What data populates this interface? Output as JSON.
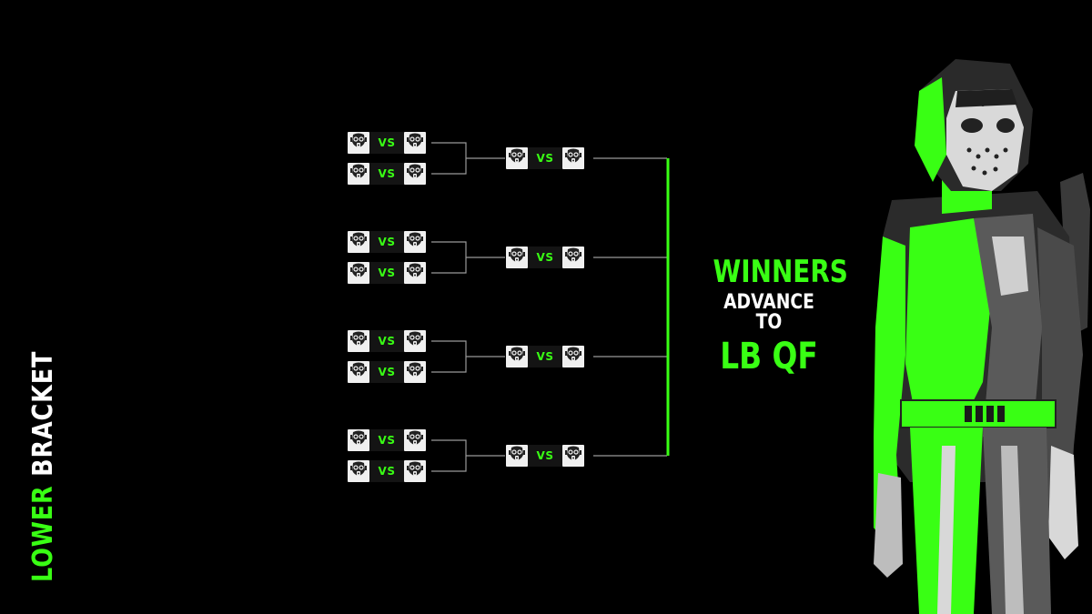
{
  "title": {
    "word1": "LOWER",
    "word2": "BRACKET"
  },
  "vs_label": "VS",
  "advance": {
    "line1": "WINNERS",
    "line2": "ADVANCE TO",
    "line3": "LB QF"
  },
  "colors": {
    "accent": "#39ff14",
    "background": "#000000",
    "text": "#ffffff",
    "team_tile": "#f0f0f0"
  },
  "icons": {
    "team_logo": "gas-mask-icon",
    "character": "masked-soldier-illustration"
  },
  "round1_matches": [
    {
      "team_a": "team-logo",
      "team_b": "team-logo"
    },
    {
      "team_a": "team-logo",
      "team_b": "team-logo"
    },
    {
      "team_a": "team-logo",
      "team_b": "team-logo"
    },
    {
      "team_a": "team-logo",
      "team_b": "team-logo"
    },
    {
      "team_a": "team-logo",
      "team_b": "team-logo"
    },
    {
      "team_a": "team-logo",
      "team_b": "team-logo"
    },
    {
      "team_a": "team-logo",
      "team_b": "team-logo"
    },
    {
      "team_a": "team-logo",
      "team_b": "team-logo"
    }
  ],
  "round2_matches": [
    {
      "team_a": "team-logo",
      "team_b": "team-logo"
    },
    {
      "team_a": "team-logo",
      "team_b": "team-logo"
    },
    {
      "team_a": "team-logo",
      "team_b": "team-logo"
    },
    {
      "team_a": "team-logo",
      "team_b": "team-logo"
    }
  ]
}
